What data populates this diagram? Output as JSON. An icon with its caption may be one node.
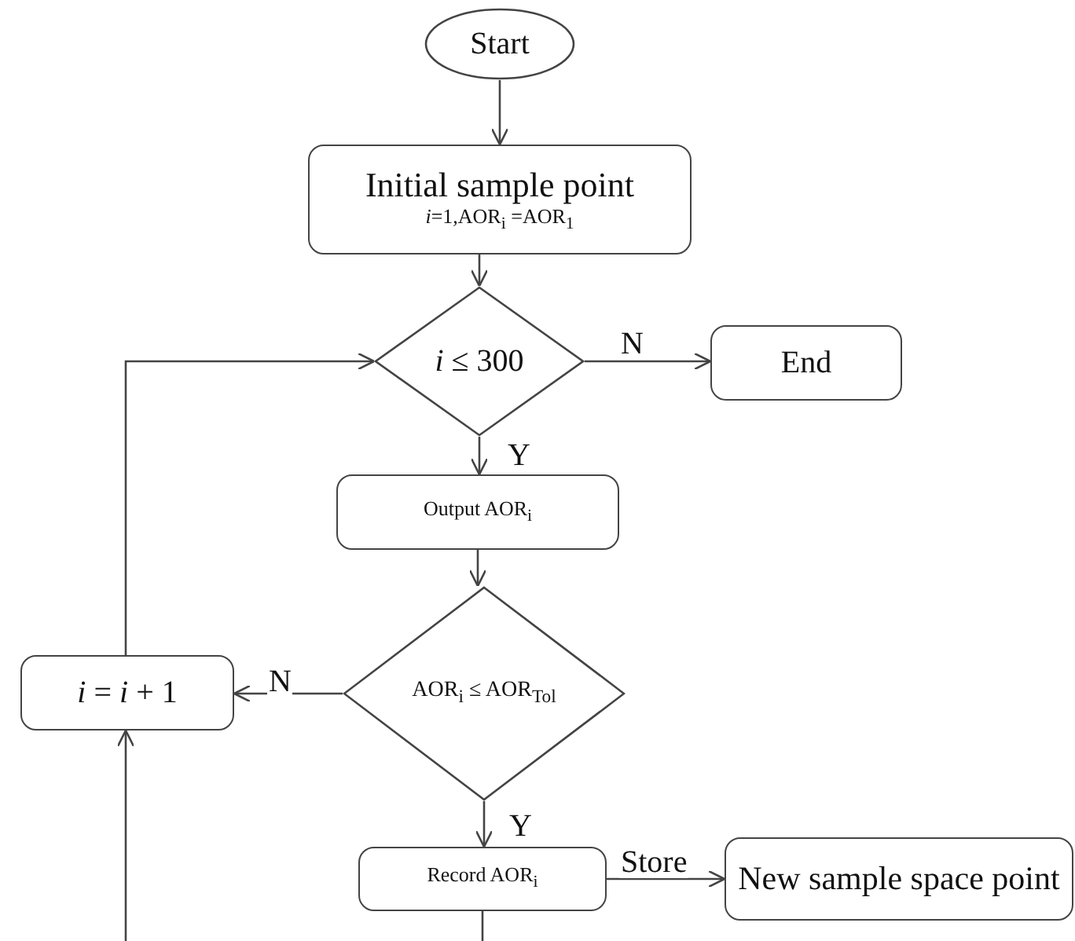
{
  "diagram": {
    "nodes": [
      {
        "text": [
          "Start"
        ]
      },
      {
        "text": [
          "Initial sample point",
          "*i*=1,AOR$_{i}$ =AOR$_{1}$"
        ]
      },
      {
        "text": [
          "*i* ≤ 300"
        ]
      },
      {
        "text": [
          "End"
        ]
      },
      {
        "text": [
          "Output AOR$_{i}$"
        ]
      },
      {
        "text": [
          "AOR$_{i}$ ≤ AOR$_{Tol}$"
        ]
      },
      {
        "text": [
          "*i* = *i* + 1"
        ]
      },
      {
        "text": [
          "Record AOR$_{i}$"
        ]
      },
      {
        "text": [
          "New sample space point"
        ]
      }
    ],
    "edges": [
      {
        "from": 0,
        "to": 1,
        "arrow": "to"
      },
      {
        "from": 1,
        "to": 2,
        "arrow": "to"
      },
      {
        "from": 2,
        "to": 3,
        "arrow": "to",
        "label": "N"
      },
      {
        "from": 2,
        "to": 4,
        "arrow": "to",
        "label": "Y"
      },
      {
        "from": 4,
        "to": 5,
        "arrow": "to"
      },
      {
        "from": 5,
        "to": 6,
        "arrow": "to",
        "label": "N"
      },
      {
        "from": 5,
        "to": 7,
        "arrow": "to",
        "label": "Y"
      },
      {
        "from": 7,
        "to": 8,
        "arrow": "to",
        "label": "Store"
      },
      {
        "from": 6,
        "to": 2,
        "arrow": "to"
      },
      {
        "from": 7,
        "to": null,
        "arrow": "none"
      },
      {
        "from": null,
        "to": 6,
        "arrow": "to"
      }
    ]
  }
}
